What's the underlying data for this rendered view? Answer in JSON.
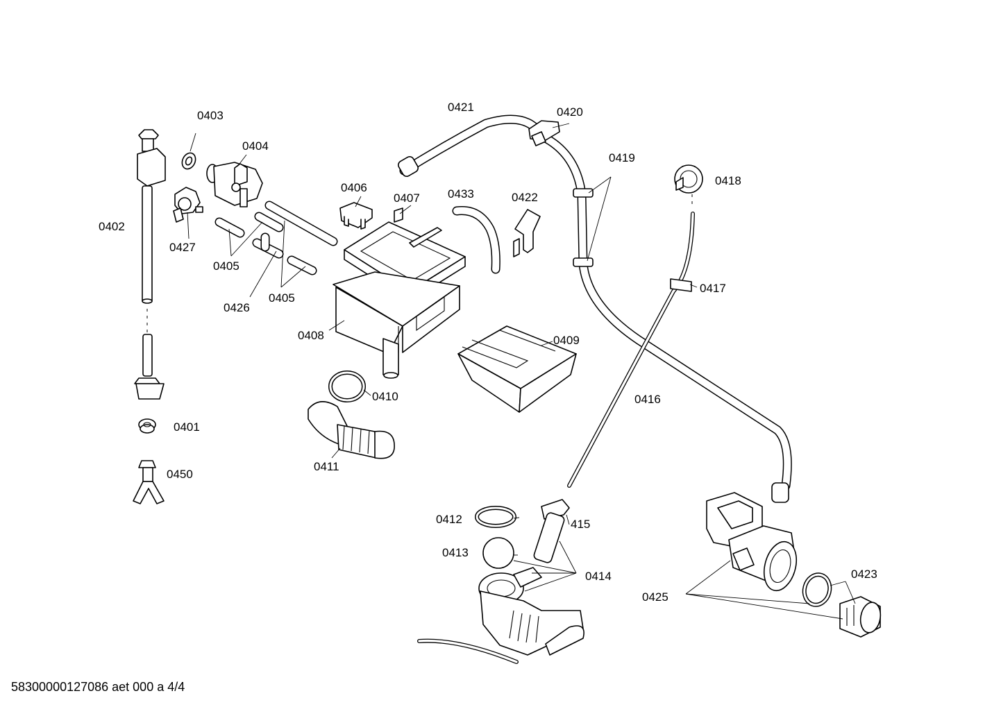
{
  "diagram": {
    "labels": {
      "p0402": "0402",
      "p0403": "0403",
      "p0404": "0404",
      "p0427": "0427",
      "p0405a": "0405",
      "p0426": "0426",
      "p0405b": "0405",
      "p0406": "0406",
      "p0407": "0407",
      "p0433": "0433",
      "p0422": "0422",
      "p0421": "0421",
      "p0420": "0420",
      "p0419": "0419",
      "p0418": "0418",
      "p0417": "0417",
      "p0408": "0408",
      "p0409": "0409",
      "p0410": "0410",
      "p0411": "0411",
      "p0416": "0416",
      "p0401": "0401",
      "p0450": "0450",
      "p0412": "0412",
      "p415": "415",
      "p0413": "0413",
      "p0414": "0414",
      "p0423": "0423",
      "p0425": "0425"
    },
    "footer": "58300000127086 aet 000 a 4/4"
  }
}
